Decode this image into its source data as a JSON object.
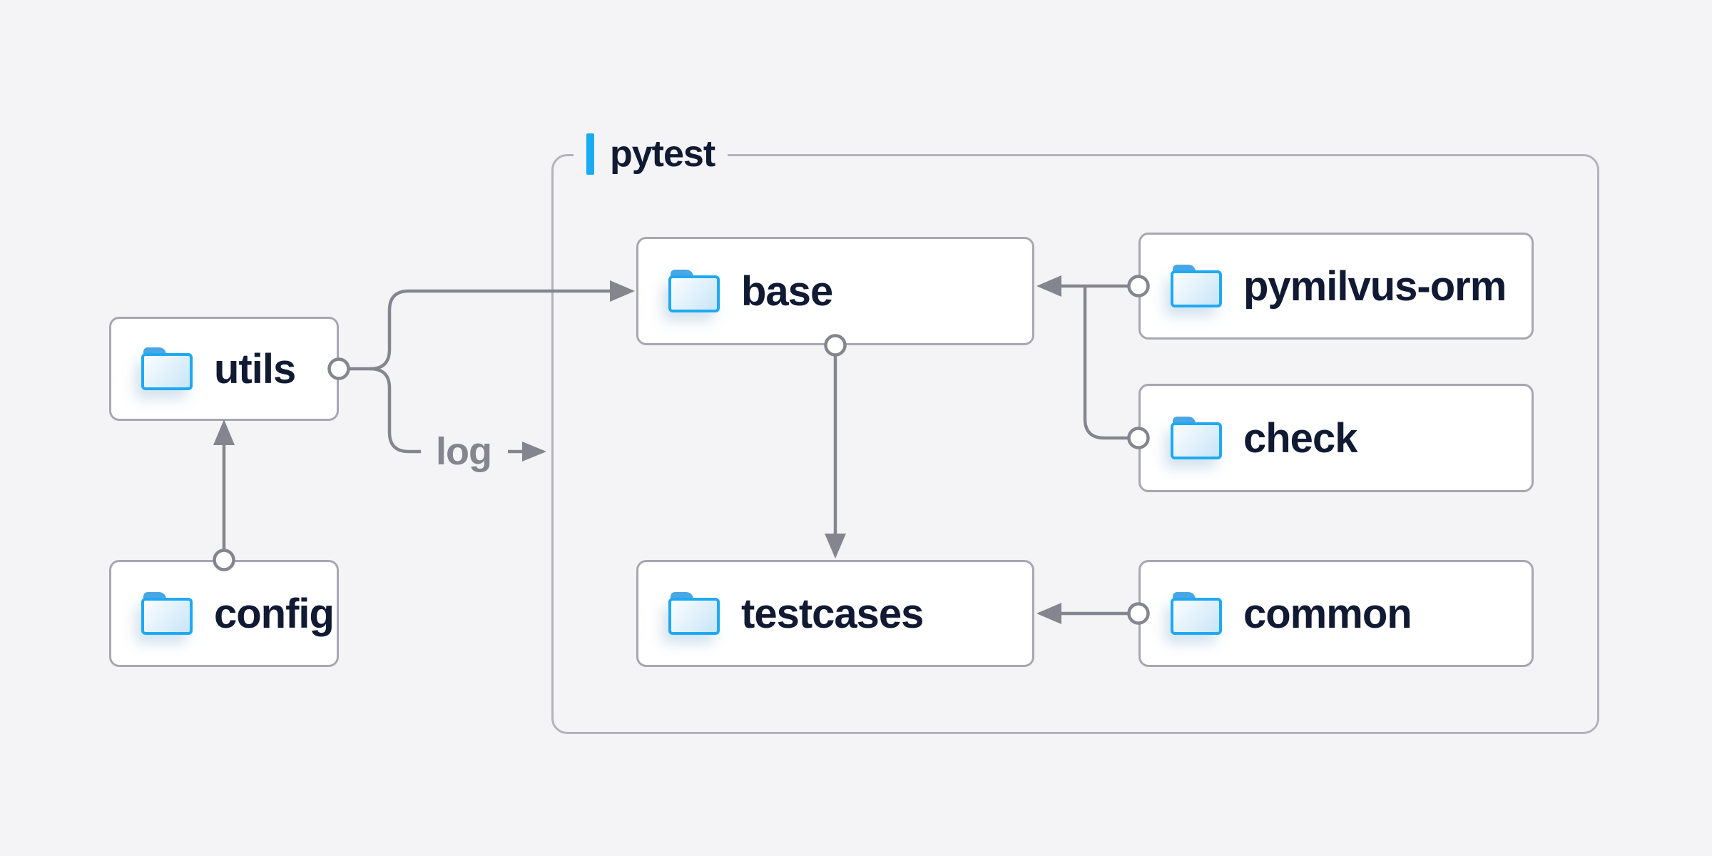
{
  "group": {
    "label": "pytest"
  },
  "nodes": [
    {
      "id": "utils",
      "label": "utils"
    },
    {
      "id": "config",
      "label": "config"
    },
    {
      "id": "base",
      "label": "base"
    },
    {
      "id": "pymilvus-orm",
      "label": "pymilvus-orm"
    },
    {
      "id": "check",
      "label": "check"
    },
    {
      "id": "testcases",
      "label": "testcases"
    },
    {
      "id": "common",
      "label": "common"
    }
  ],
  "edges": [
    {
      "from": "config",
      "to": "utils"
    },
    {
      "from": "utils",
      "to": "base"
    },
    {
      "from": "utils",
      "to": "pytest",
      "label": "log"
    },
    {
      "from": "pymilvus-orm",
      "to": "base"
    },
    {
      "from": "check",
      "to": "base"
    },
    {
      "from": "base",
      "to": "testcases"
    },
    {
      "from": "common",
      "to": "testcases"
    }
  ],
  "colors": {
    "background": "#f4f4f6",
    "accent_blue": "#1aabf2",
    "folder_blue": "#1fa9f2",
    "folder_tab_blue": "#4aa7e5",
    "text_navy": "#111a33",
    "connector_gray": "#85858f",
    "node_border": "#a7a7b2",
    "group_border": "#b3b3bd",
    "node_fill": "#ffffff"
  }
}
